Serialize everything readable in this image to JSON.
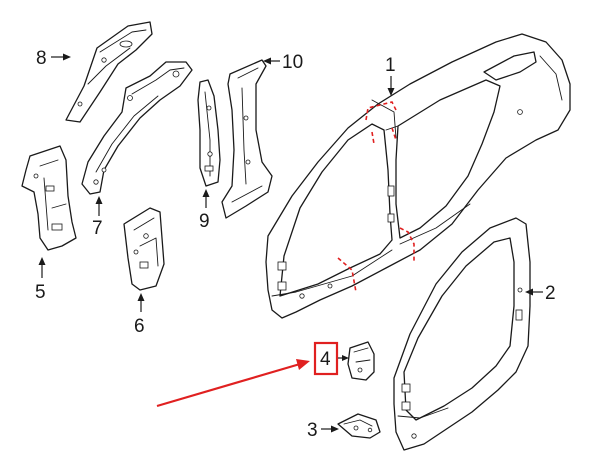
{
  "callouts": [
    {
      "id": "1",
      "label": "1"
    },
    {
      "id": "2",
      "label": "2"
    },
    {
      "id": "3",
      "label": "3"
    },
    {
      "id": "4",
      "label": "4"
    },
    {
      "id": "5",
      "label": "5"
    },
    {
      "id": "6",
      "label": "6"
    },
    {
      "id": "7",
      "label": "7"
    },
    {
      "id": "8",
      "label": "8"
    },
    {
      "id": "9",
      "label": "9"
    },
    {
      "id": "10",
      "label": "10"
    }
  ],
  "highlight": {
    "part": "4",
    "box_color": "#e02020",
    "arrow_color": "#e02020"
  },
  "cut_line_color": "#e02020",
  "line_color": "#1a1a1a"
}
